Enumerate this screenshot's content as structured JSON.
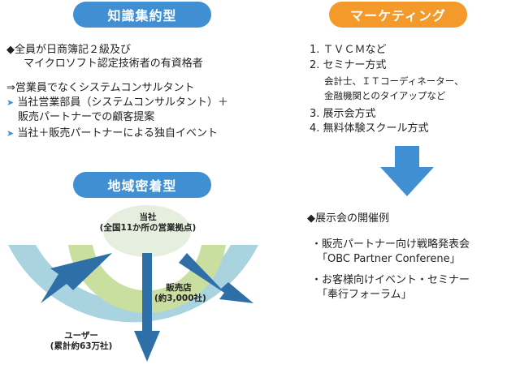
{
  "left": {
    "pill1": "知識集約型",
    "bullet_head": "◆全員が日商簿記２級及び",
    "bullet_head2": "マイクロソフト認定技術者の有資格者",
    "arrow_line": "⇒営業員でなくシステムコンサルタント",
    "item1_marker": "➤",
    "item1a": "当社営業部員（システムコンサルタント）＋",
    "item1b": "販売パートナーでの顧客提案",
    "item2_marker": "➤",
    "item2": "当社＋販売パートナーによる独自イベント",
    "pill2": "地域密着型",
    "center_label1": "当社",
    "center_label2": "(全国11か所の営業拠点)",
    "partner_label1": "販売店",
    "partner_label2": "(約3,000社)",
    "user_label1": "ユーザー",
    "user_label2": "(累計約63万社)"
  },
  "right": {
    "pill": "マーケティング",
    "list": [
      {
        "num": "1.",
        "text": "ＴＶＣＭなど"
      },
      {
        "num": "2.",
        "text": "セミナー方式"
      },
      {
        "num": "3.",
        "text": "展示会方式"
      },
      {
        "num": "4.",
        "text": "無料体験スクール方式"
      }
    ],
    "sub1": "会計士、ＩＴコーディネーター、",
    "sub2": "金融機関とのタイアップなど",
    "section": "◆展示会の開催例",
    "ex1a": "・販売パートナー向け戦略発表会",
    "ex1b": "「OBC Partner Conferene」",
    "ex2a": "・お客様向けイベント・セミナー",
    "ex2b": "「奉行フォーラム」"
  },
  "colors": {
    "blue_pill": "#3f8fd2",
    "orange_pill": "#f39a2b",
    "outer_band": "#a9d3df",
    "mid_band": "#c9df9f",
    "inner_circle": "#e6efdd",
    "arrow": "#2f6fa7"
  }
}
